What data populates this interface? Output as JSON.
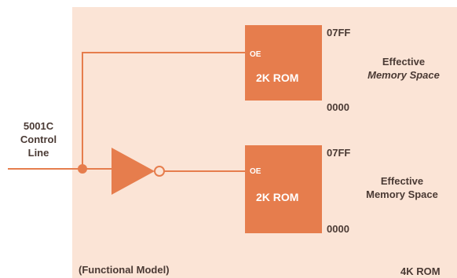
{
  "control_line": {
    "label_line1": "5001C",
    "label_line2": "Control",
    "label_line3": "Line"
  },
  "rom_top": {
    "oe_label": "OE",
    "name": "2K ROM",
    "addr_high": "07FF",
    "addr_low": "0000",
    "space_line1": "Effective",
    "space_line2": "Memory Space"
  },
  "rom_bottom": {
    "oe_label": "OE",
    "name": "2K ROM",
    "addr_high": "07FF",
    "addr_low": "0000",
    "space_line1": "Effective",
    "space_line2": "Memory Space"
  },
  "footer": {
    "model_label": "(Functional Model)",
    "total_label": "4K ROM"
  },
  "colors": {
    "panel": "#fbe4d6",
    "accent": "#e67d4d",
    "text": "#4a3a34"
  }
}
